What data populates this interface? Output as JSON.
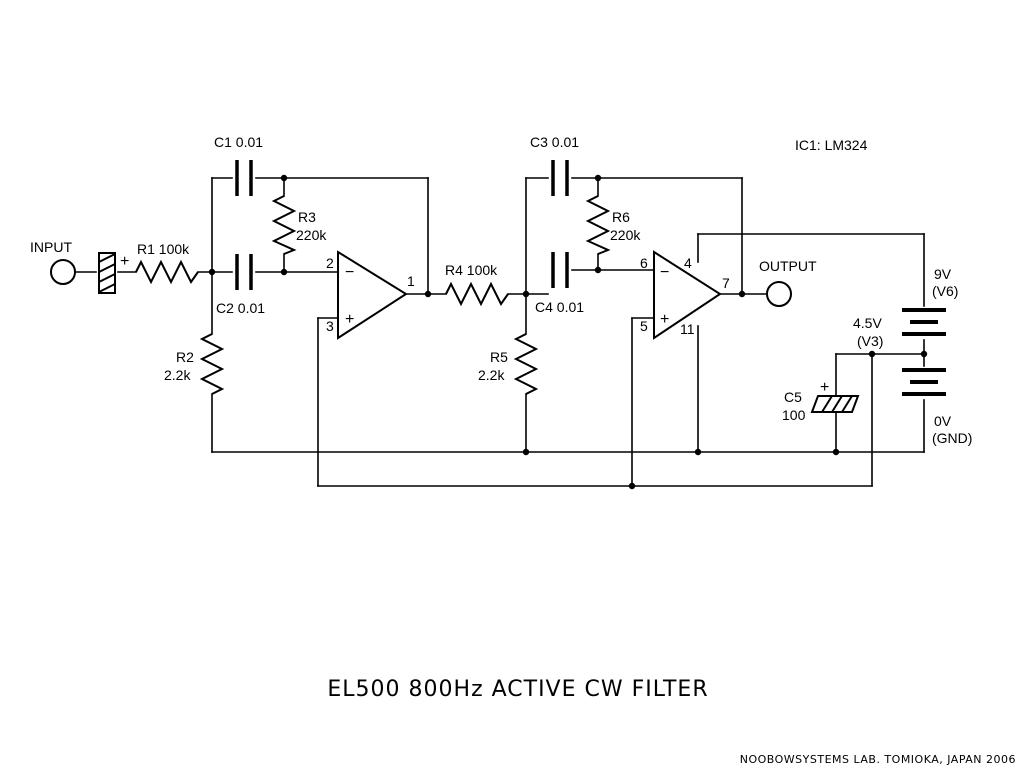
{
  "title": "EL500 800Hz ACTIVE CW FILTER",
  "credit": "NOOBOWSYSTEMS LAB. TOMIOKA, JAPAN 2006",
  "ic": "IC1: LM324",
  "terminals": {
    "input": "INPUT",
    "output": "OUTPUT"
  },
  "components": {
    "c1": "C1 0.01",
    "c2": "C2 0.01",
    "c3": "C3 0.01",
    "c4": "C4 0.01",
    "r1": "R1 100k",
    "r4": "R4 100k",
    "r2_name": "R2",
    "r2_value": "2.2k",
    "r3_name": "R3",
    "r3_value": "220k",
    "r5_name": "R5",
    "r5_value": "2.2k",
    "r6_name": "R6",
    "r6_value": "220k",
    "c5_name": "C5",
    "c5_value": "100"
  },
  "pins": {
    "p1": "1",
    "p2": "2",
    "p3": "3",
    "p4": "4",
    "p5": "5",
    "p6": "6",
    "p7": "7",
    "p11": "11"
  },
  "signs": {
    "minus": "−",
    "plus": "+"
  },
  "power": {
    "v9": "9V",
    "v9_name": "(V6)",
    "v45": "4.5V",
    "v45_name": "(V3)",
    "v0": "0V",
    "v0_name": "(GND)"
  }
}
